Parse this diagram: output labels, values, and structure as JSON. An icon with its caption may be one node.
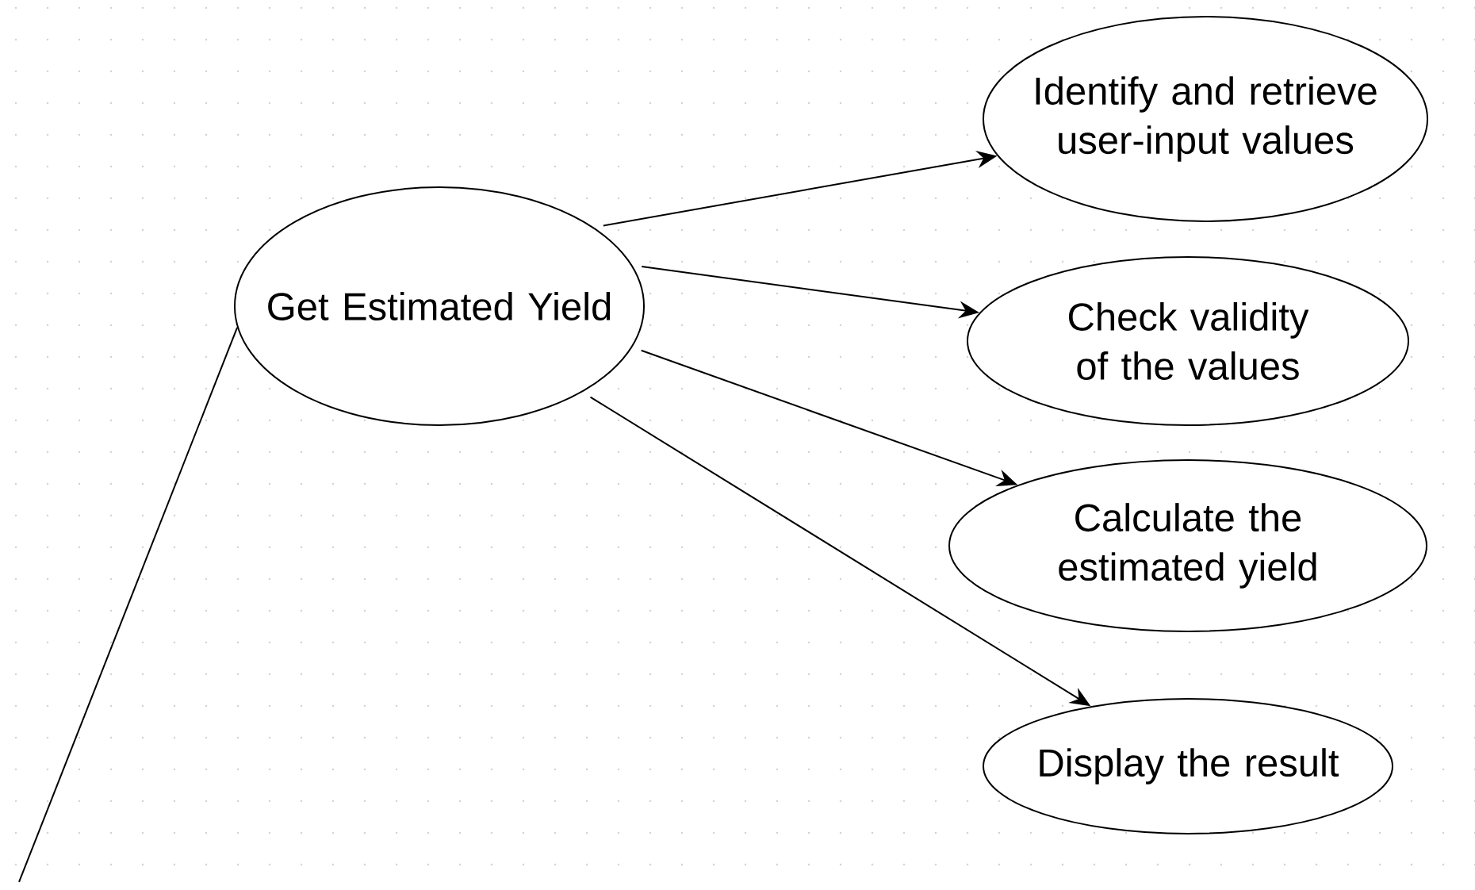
{
  "diagram": {
    "nodes": [
      {
        "text": [
          "Get Estimated Yield"
        ]
      },
      {
        "text": [
          "Identify and retrieve user-input values"
        ]
      },
      {
        "text": [
          "Check validity of the values"
        ]
      },
      {
        "text": [
          "Calculate the estimated yield"
        ]
      },
      {
        "text": [
          "Display the result"
        ]
      }
    ],
    "edges": [
      {
        "from": null,
        "to": 0,
        "arrow": "none"
      },
      {
        "from": 0,
        "to": 1,
        "arrow": "to"
      },
      {
        "from": 0,
        "to": 2,
        "arrow": "to"
      },
      {
        "from": 0,
        "to": 3,
        "arrow": "to"
      },
      {
        "from": 0,
        "to": 4,
        "arrow": "to"
      }
    ]
  }
}
